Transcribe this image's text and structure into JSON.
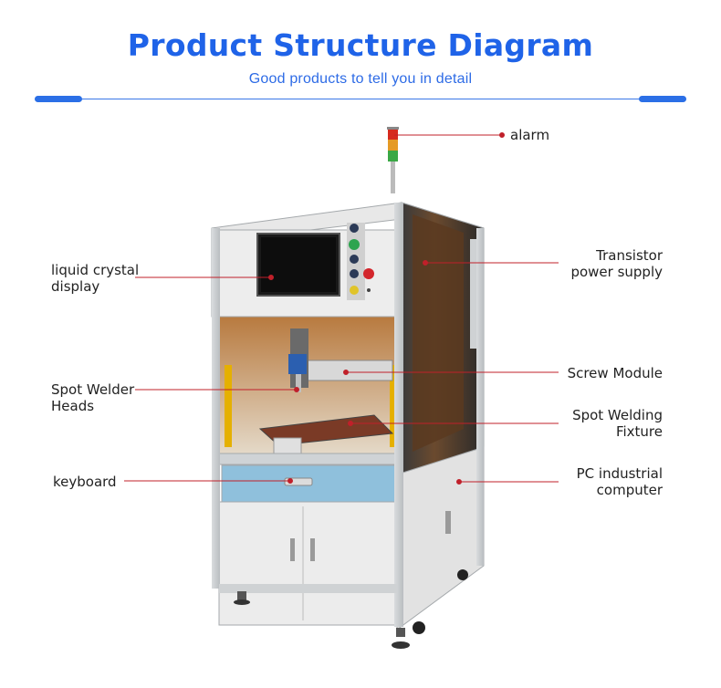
{
  "header": {
    "title": "Product Structure Diagram",
    "subtitle": "Good products to tell you in detail"
  },
  "colors": {
    "accent": "#1f63e8",
    "callout_line": "#c0202a"
  },
  "labels": {
    "alarm": "alarm",
    "lcd": "liquid crystal display",
    "transistor": "Transistor power supply",
    "screw_module": "Screw Module",
    "welder_heads": "Spot Welder Heads",
    "welding_fixture": "Spot Welding Fixture",
    "keyboard": "keyboard",
    "pc": "PC industrial computer"
  }
}
